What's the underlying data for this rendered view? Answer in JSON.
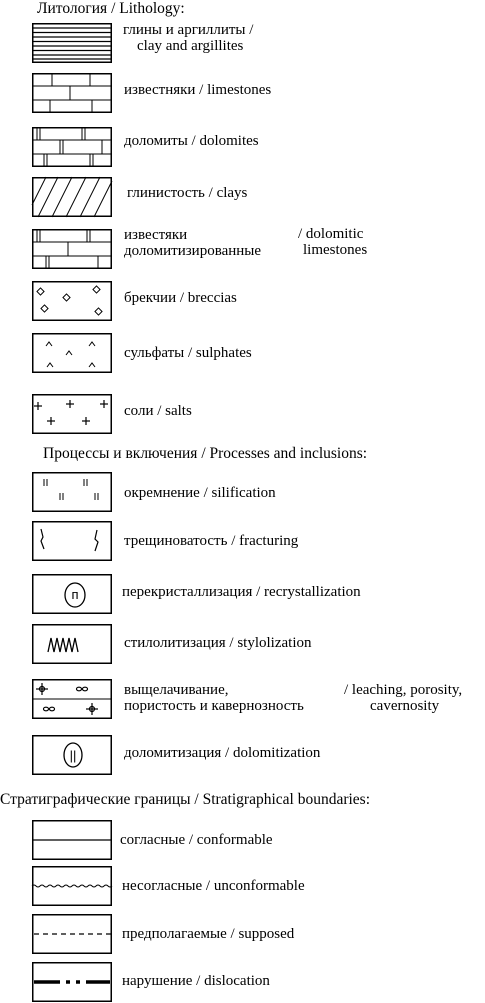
{
  "lithology": {
    "heading": "Литология / Lithology:",
    "items": [
      {
        "name": "clay-argillite",
        "line1": "глины и аргиллиты /",
        "line2": "clay and argillites"
      },
      {
        "name": "limestone",
        "label": "известняки / limestones"
      },
      {
        "name": "dolomite",
        "label": "доломиты / dolomites"
      },
      {
        "name": "clays",
        "label": "глинистость / clays"
      },
      {
        "name": "dolomitic-limestone",
        "ru1": "известяки",
        "ru2": "доломитизированные",
        "en1": "/ dolomitic",
        "en2": "limestones"
      },
      {
        "name": "breccia",
        "label": "брекчии / breccias"
      },
      {
        "name": "sulphate",
        "label": "сульфаты / sulphates"
      },
      {
        "name": "salt",
        "label": "соли / salts"
      }
    ]
  },
  "processes": {
    "heading": "Процессы и включения / Processes and inclusions:",
    "items": [
      {
        "name": "silification",
        "label": "окремнение / silification"
      },
      {
        "name": "fracturing",
        "label": "трещиноватость / fracturing"
      },
      {
        "name": "recrystallization",
        "label": "перекристаллизация / recrystallization"
      },
      {
        "name": "stylolization",
        "label": "стилолитизация / stylolization"
      },
      {
        "name": "leaching",
        "ru1": "выщелачивание,",
        "ru2": "пористость и кавернозность",
        "en1": "/ leaching, porosity,",
        "en2": "cavernosity"
      },
      {
        "name": "dolomitization",
        "label": "доломитизация / dolomitization"
      }
    ]
  },
  "boundaries": {
    "heading": "Стратиграфические границы / Stratigraphical boundaries:",
    "items": [
      {
        "name": "conformable",
        "label": "согласные / conformable"
      },
      {
        "name": "unconformable",
        "label": "несогласные / unconformable"
      },
      {
        "name": "supposed",
        "label": "предполагаемые / supposed"
      },
      {
        "name": "dislocation",
        "label": "нарушение / dislocation"
      }
    ]
  },
  "symbols": {
    "recrystallization_glyph": "п",
    "dolomitization_glyph": "||"
  }
}
